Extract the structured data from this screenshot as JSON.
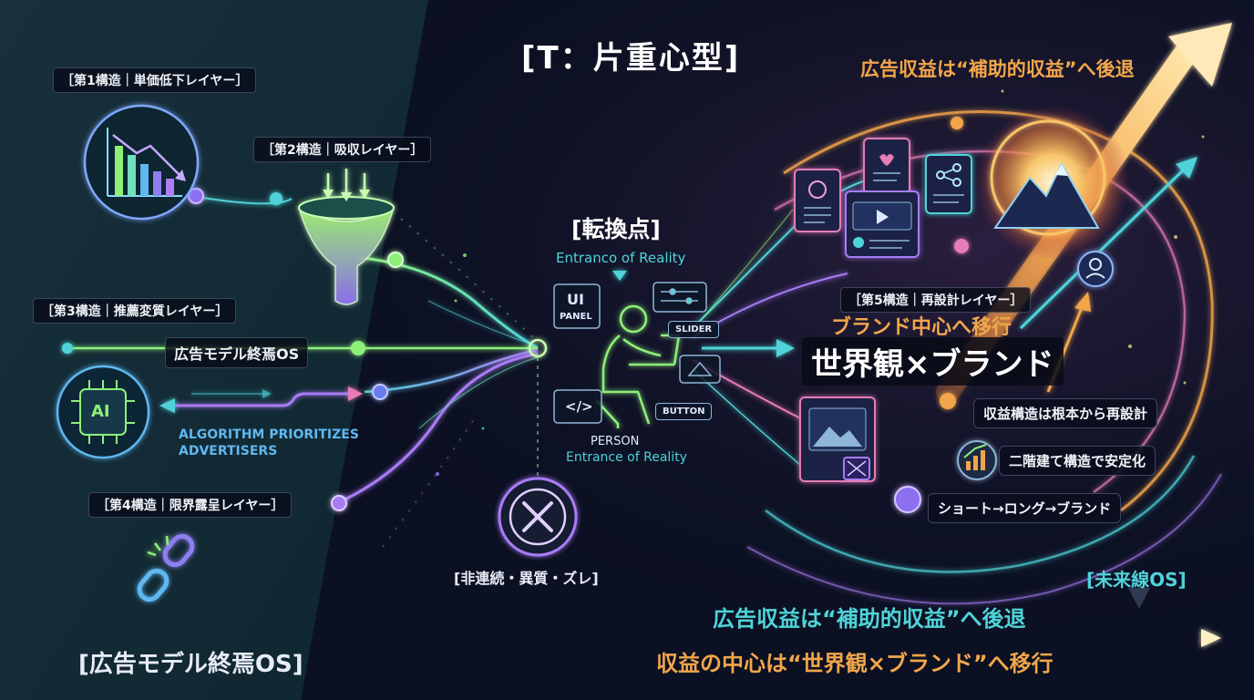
{
  "title": "[T：片重心型]",
  "top_right_headline": "広告収益は“補助的収益”へ後退",
  "left_panel": {
    "layer1": "［第1構造｜単価低下レイヤー］",
    "layer2": "［第2構造｜吸収レイヤー］",
    "layer3": "［第3構造｜推薦変質レイヤー］",
    "layer4": "［第4構造｜限界露呈レイヤー］",
    "os_label": "広告モデル終焉OS",
    "algorithm_line1": "ALGORITHM PRIORITIZES",
    "algorithm_line2": "ADVERTISERS",
    "ai_chip": "AI",
    "bottom_label": "[広告モデル終焉OS]"
  },
  "center": {
    "turning_point": "[転換点]",
    "entrance_top": "Entranco of Reality",
    "ui_panel_big": "UI",
    "ui_panel_small": "PANEL",
    "slider": "SLIDER",
    "button": "BUTTON",
    "code": "</>",
    "person": "PERSON",
    "entrance_bottom": "Entrance of Reality",
    "discontinuity": "[非連続・異質・ズレ]"
  },
  "right_panel": {
    "layer5": "［第5構造｜再設計レイヤー］",
    "brand_shift": "ブランド中心へ移行",
    "headline": "世界観×ブランド",
    "item1": "収益構造は根本から再設計",
    "item2": "二階建て構造で安定化",
    "item3": "ショート→ロング→ブランド",
    "future_os": "[未来線OS]"
  },
  "bottom": {
    "line1": "広告収益は“補助的収益”へ後退",
    "line2": "収益の中心は“世界観×ブランド”へ移行"
  },
  "colors": {
    "background": "#0c1224",
    "left_panel": "#16343f",
    "teal": "#4fd3d8",
    "green": "#8ef07a",
    "purple": "#a97cf5",
    "orange": "#f2a64a",
    "gold": "#f7d68a"
  }
}
